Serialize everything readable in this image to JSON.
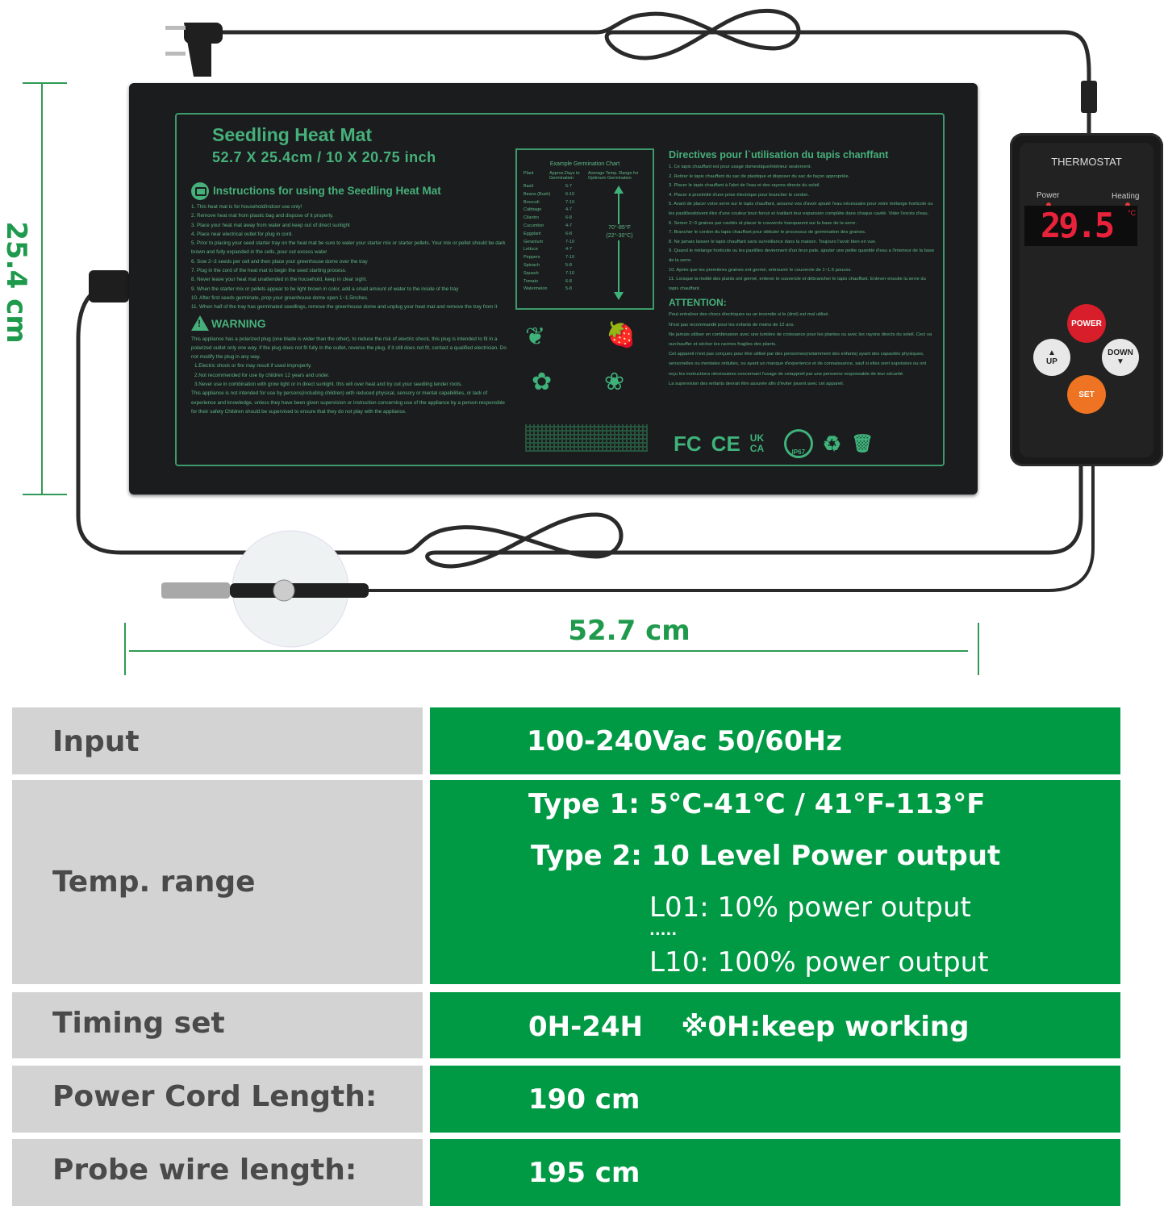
{
  "dimensions": {
    "height_label": "25.4 cm",
    "width_label": "52.7 cm"
  },
  "mat": {
    "title": "Seedling Heat Mat",
    "size": "52.7 X 25.4cm  /  10 X 20.75 inch",
    "instructions_heading": "Instructions for using the Seedling Heat Mat",
    "instructions": [
      "1. This heat mat is for household/indoor use only!",
      "2. Remove heat mat from plastic bag and dispose of it properly.",
      "3. Place your heat mat away from water and keep out of direct sunlight",
      "4. Place near electrical outlet for plug in cord.",
      "5. Prior to placing your seed starter tray on the heat mat be sure to water your starter mix or starter pellets. Your mix or pellet should be dark brown and fully expanded in the cells, pour out excess water",
      "6. Sow 2~3 seeds per cell and then place your greenhouse dome over the tray",
      "7. Plug in the cord of the heat mat to begin the seed starting process.",
      "8. Never leave your heat mat unattended in the household, keep in clear sight.",
      "9. When the starter mix or pellets appear to be light brown in color, add a small amount of water to the inside of the tray",
      "10. After first seeds germinate, prop your greenhouse dome open 1~1.5inches.",
      "11. When half of the tray has germinated seedlings, remove the greenhouse dome and unplug your heat mat and remove the tray from it"
    ],
    "warning_heading": "WARNING",
    "warning": [
      "This appliance has a polarized plug (one blade is wider than the other), to reduce the risk of electric shock, this plug is intended to fit in a polarized outlet only one way. if the plug does not fit fully in the outlet, reverse the plug. if it still does not fit, contact a qualified electrician. Do not modify the plug in any way.",
      "1.Electric shock or fire may result if used improperly.",
      "2.Not recommended for use by children 12 years and under.",
      "3.Never use in combination with grow light or in direct sunlight. this will over heat and try out your seedling tender roots.",
      "This appliance is not intended for use by persons(including children) with reduced physical, sensory or mental capabilities, or lack of experience and knowledge, unless they have been given supervision or instruction concerning use of the appliance by a person responsible for their safety Children should be supervised to ensure that they do not play with the appliance."
    ],
    "germination_chart": {
      "title": "Example Germination Chart",
      "headers": [
        "Plant",
        "Approx.Days to Germination",
        "Average Temp. Range for Optimum Germination"
      ],
      "rows": [
        [
          "Basil",
          "5-7"
        ],
        [
          "Beans (Bush)",
          "6-10"
        ],
        [
          "Broccoli",
          "7-10"
        ],
        [
          "Cabbage",
          "4-7"
        ],
        [
          "Cilantro",
          "6-8"
        ],
        [
          "Cucumber",
          "4-7"
        ],
        [
          "Eggplant",
          "6-8"
        ],
        [
          "Geranium",
          "7-10"
        ],
        [
          "Lettuce",
          "4-7"
        ],
        [
          "Peppers",
          "7-10"
        ],
        [
          "Spinach",
          "5-8"
        ],
        [
          "Squash",
          "7-10"
        ],
        [
          "Tomato",
          "6-8"
        ],
        [
          "Watermelon",
          "5-8"
        ]
      ],
      "temp_range_f": "70°-85°F",
      "temp_range_c": "(22°-30°C)"
    },
    "french_heading": "Directives pour l`utilisation du tapis chanffant",
    "french_instructions": [
      "1. Ce tapis chauffant est pour usage domestique/intérieur seulement.",
      "2. Retirer le tapis chauffant du sac de plastique et disposer du sac de façon appropriée.",
      "3. Placer le tapis chauffant à l'abri de l'eau et des rayons directs du soleil.",
      "4. Placer à proximité d'une prise électrique pour brancher le cordon.",
      "5. Avant de placer votre serre sur le tapis chauffant, assurez-vos d'avoir ajouté l'eau nécessaire pour votre mélange horticole ou les pastillesdoivent être d'une couleur brun foncé et lvatilant leur expansion complète dans chaque cavité. Vider l'excès d'eau.",
      "6. Semer 2~3 graines par cavités et placer le couvercle transparent sur la base de la serre.",
      "7. Brancher le cordon du tapis chauffant pour débuter le processus de germination des graines.",
      "8. Ne jamais laisser le tapis chauffant sans surveillance dans la maison. Toujours l'avoir bien en vue.",
      "9. Quand le mélange horticole ou les pastilles deviennent d'un brun pale, ajouter une petite quantité d'eau a l'interieur de la base de la serre.",
      "10. Après que les premières graines ont germé, entrouvrir le couvercle de 1~1.5 pouces.",
      "11. Lorsque la moitié des plants ont germé, enlever le couvercle et débrancher le tapis chauffant. Enlever ensuite la serre du tapis chauffant."
    ],
    "attention_heading": "ATTENTION:",
    "attention": [
      "Peut entraîner des chocs électriques ou un incendie si le (drot) est mal utilisé.",
      "N'est pas recommandé pour les enfants de moins de 12 ans.",
      "Ne jamais utiliser en combinaison avec une lumière de croissance pour les plantes ou avec les rayons directs du soleil. Ceci va surchauffer et sécher les racines fragiles des plants.",
      "Cet appareil n'est pas conçues pour être utilisé par des personnes(notamment des enfants) ayant des capacités physiques, sensorielles ou mentales réduites, ou ayant un manque d'experience et de connaissance, sauf si elles sont supvisées ou ont reçu les instructions nécéssaires concernant l'usage de cetappreil par une personne responsable de leur sécurité.",
      "La supervision des enfants devrait être assurée afin d'éviter jouent avec cet appareil."
    ],
    "certifications": [
      "FC",
      "CE",
      "UK CA",
      "IP67",
      "recycle-icon",
      "weee-bin-icon"
    ]
  },
  "thermostat": {
    "title": "THERMOSTAT",
    "power_led_label": "Power",
    "heating_led_label": "Heating",
    "display_value": "29.5",
    "display_unit": "°C",
    "buttons": {
      "power": "POWER",
      "up": "UP",
      "down": "DOWN",
      "set": "SET"
    },
    "display_color": "#e8223a"
  },
  "specs": {
    "colors": {
      "label_bg": "#d3d3d3",
      "value_bg": "#009944"
    },
    "rows": [
      {
        "label": "Input",
        "value": "100-240Vac  50/60Hz"
      },
      {
        "label": "Temp. range",
        "lines": [
          "Type 1: 5°C-41℃ / 41°F-113°F",
          "Type 2: 10 Level Power output",
          "L01:  10% power output",
          ".....",
          "L10:  100% power output"
        ]
      },
      {
        "label": "Timing set",
        "value": "0H-24H    ※0H:keep working"
      },
      {
        "label": "Power Cord Length:",
        "value": "190 cm"
      },
      {
        "label": "Probe wire length:",
        "value": "195 cm"
      }
    ]
  }
}
